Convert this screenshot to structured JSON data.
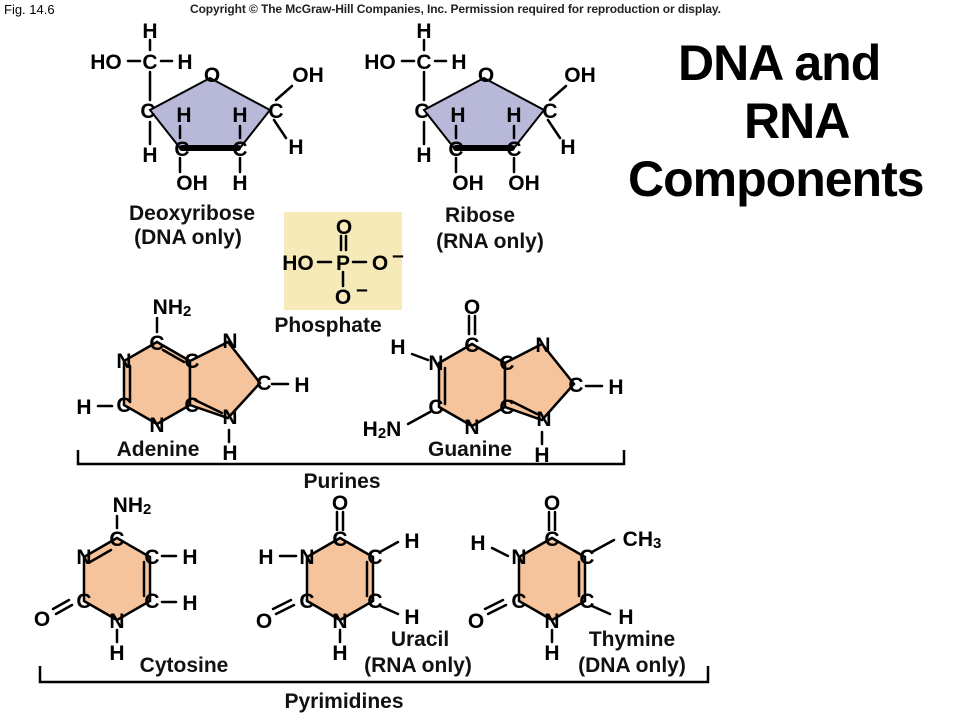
{
  "figure_label": "Fig. 14.6",
  "copyright": "Copyright © The McGraw-Hill Companies, Inc. Permission required for reproduction or display.",
  "title": {
    "line1": "DNA and",
    "line2": "RNA",
    "line3": "Components"
  },
  "colors": {
    "sugar_ring": "#b8b8d8",
    "base_ring": "#f6c49c",
    "phosphate_box": "#f6eab8"
  },
  "sugars": {
    "deoxyribose": {
      "name": "Deoxyribose",
      "note": "(DNA only)"
    },
    "ribose": {
      "name": "Ribose",
      "note": "(RNA only)"
    }
  },
  "phosphate": {
    "name": "Phosphate"
  },
  "purines": {
    "group_label": "Purines",
    "adenine": "Adenine",
    "guanine": "Guanine"
  },
  "pyrimidines": {
    "group_label": "Pyrimidines",
    "cytosine": "Cytosine",
    "uracil": "Uracil",
    "uracil_note": "(RNA only)",
    "thymine": "Thymine",
    "thymine_note": "(DNA only)"
  }
}
